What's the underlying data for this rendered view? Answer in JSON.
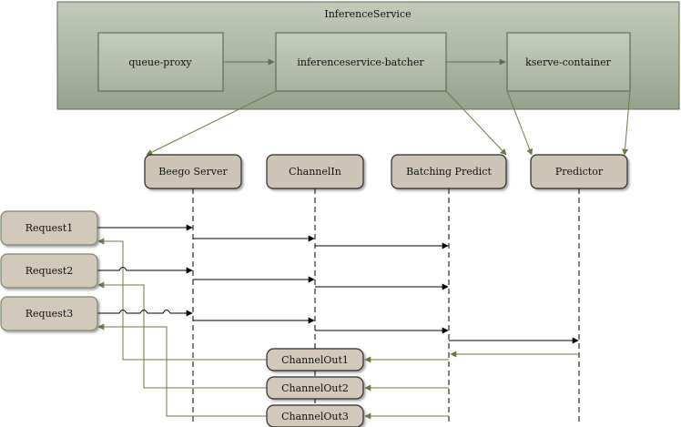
{
  "service": {
    "title": "InferenceService",
    "components": {
      "queue_proxy": "queue-proxy",
      "batcher": "inferenceservice-batcher",
      "kserve_container": "kserve-container"
    }
  },
  "participants": {
    "beego_server": "Beego Server",
    "channel_in": "ChannelIn",
    "batching_predict": "Batching Predict",
    "predictor": "Predictor"
  },
  "requests": [
    "Request1",
    "Request2",
    "Request3"
  ],
  "channel_outs": [
    "ChannelOut1",
    "ChannelOut2",
    "ChannelOut3"
  ],
  "colors": {
    "outer_fill": "#a8b4a0",
    "inner_fill": "#b6c0ad",
    "box_border": "#5e6d55",
    "node_fill": "#cfc5b6",
    "node_border": "#2b2b2b",
    "request_fill": "#d3c9ba",
    "request_border": "#7a876d",
    "return_arrow": "#6b7a40",
    "call_arrow": "#000000"
  }
}
